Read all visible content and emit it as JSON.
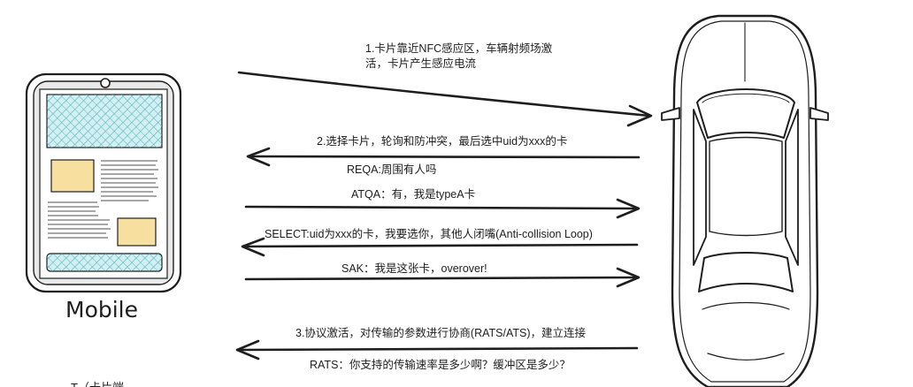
{
  "actors": {
    "mobile_label": "Mobile"
  },
  "messages": {
    "m1": "1.卡片靠近NFC感应区，车辆射频场激活，卡片产生感应电流",
    "m2": "2.选择卡片，轮询和防冲突，最后选中uid为xxx的卡",
    "m3": "REQA:周围有人吗",
    "m4": "ATQA：有，我是typeA卡",
    "m5": "SELECT:uid为xxx的卡，我要选你，其他人闭嘴(Anti-collision Loop)",
    "m6": "SAK：我是这张卡，overover!",
    "m7": "3.协议激活，对传输的参数进行协商(RATS/ATS)，建立连接",
    "m8": "RATS：你支持的传输速率是多少啊？缓冲区是多少？",
    "m9": "T（卡片端"
  },
  "colors": {
    "stroke": "#1e1e1e",
    "screen_hatch": "#5bbcc4",
    "card_fill": "#f7dfa0",
    "card_stroke": "#c9a24a",
    "phone_gray": "#e7e7e7"
  }
}
